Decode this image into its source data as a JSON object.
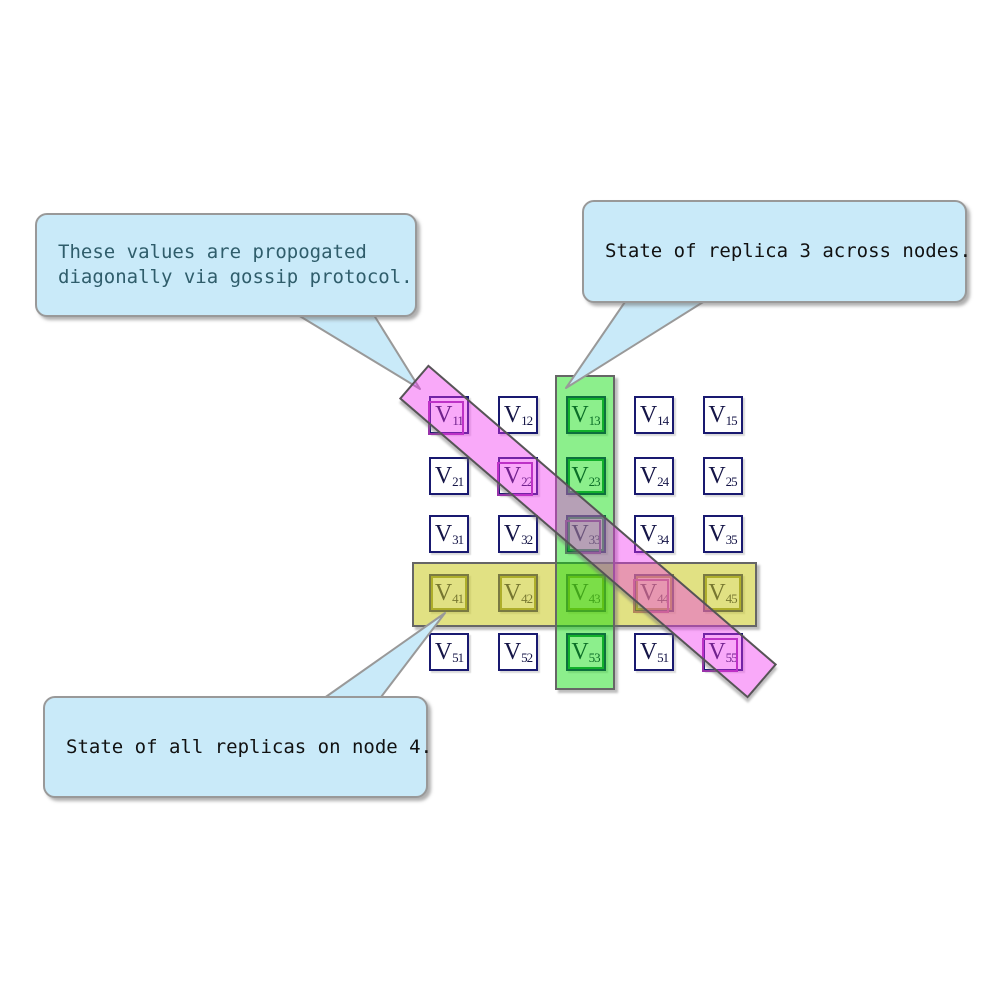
{
  "figure": {
    "background": "#ffffff"
  },
  "callouts": [
    {
      "id": "gossip",
      "lines": [
        "These values are propogated",
        "diagonally via gossip protocol."
      ],
      "text_color": "#2f5d6b"
    },
    {
      "id": "replica",
      "lines": [
        "State of replica 3 across nodes."
      ],
      "text_color": "#111111"
    },
    {
      "id": "node",
      "lines": [
        "State of all replicas on node 4."
      ],
      "text_color": "#111111"
    }
  ],
  "matrix": {
    "base": "V",
    "rows": [
      [
        "11",
        "12",
        "13",
        "14",
        "15"
      ],
      [
        "21",
        "22",
        "23",
        "24",
        "25"
      ],
      [
        "31",
        "32",
        "33",
        "34",
        "35"
      ],
      [
        "41",
        "42",
        "43",
        "44",
        "45"
      ],
      [
        "51",
        "52",
        "53",
        "51",
        "55"
      ]
    ]
  },
  "highlights": {
    "green_column_index": 3,
    "yellow_row_index": 4,
    "diagonal": "main",
    "colors": {
      "green_fill": "rgba(0,220,0,0.45)",
      "yellow_fill": "rgba(200,200,30,0.55)",
      "pink_fill": "rgba(240,50,240,0.42)",
      "band_border": "#666666",
      "green_cell_stroke": "#1f8f4f",
      "yellow_cell_stroke": "#8e8e3c",
      "diagonal_cell_stroke": "#9933aa",
      "cell_border": "#191970",
      "cell_text": "#151547",
      "callout_fill": "#c9eaf9",
      "callout_border": "#999999"
    }
  }
}
